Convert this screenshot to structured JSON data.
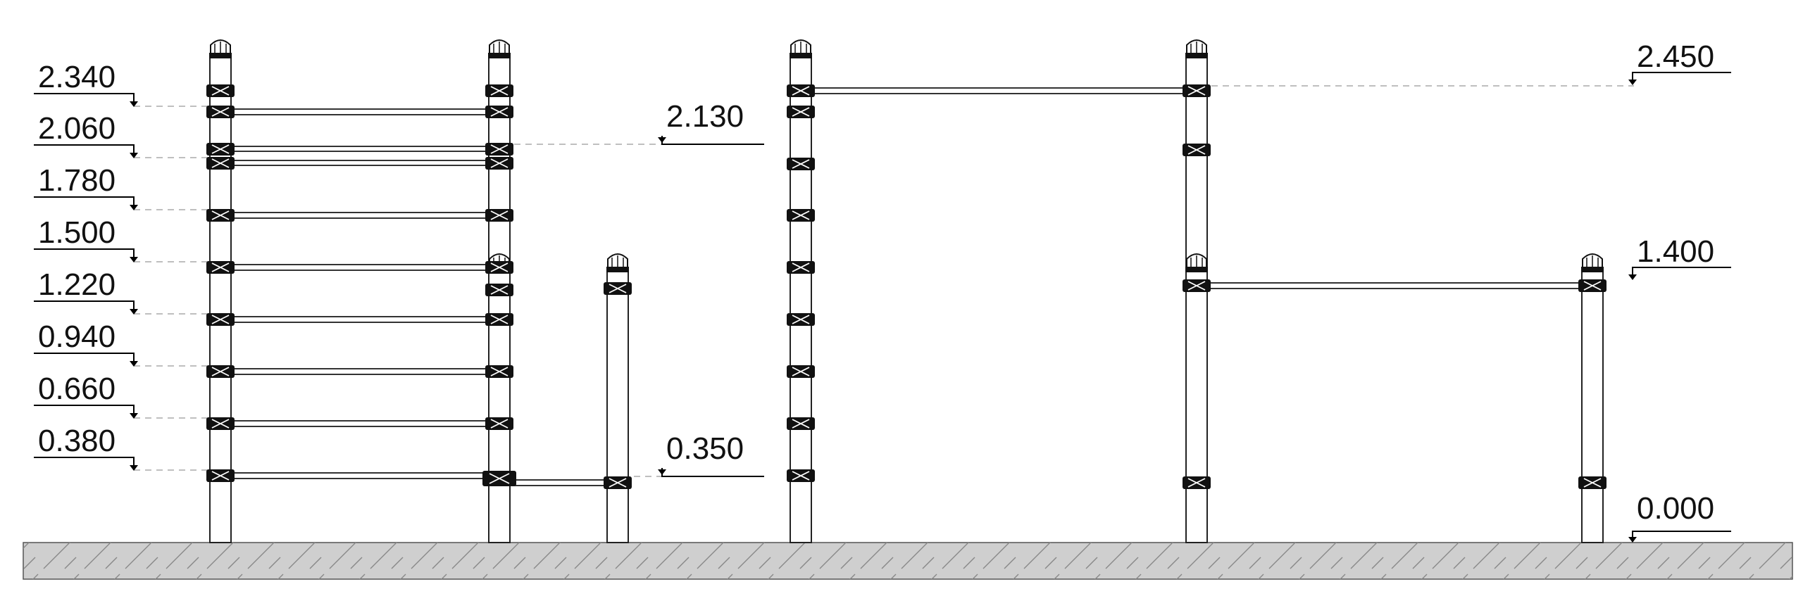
{
  "drawing": {
    "levels": {
      "l2340": "2.340",
      "l2060": "2.060",
      "l1780": "1.780",
      "l1500": "1.500",
      "l1220": "1.220",
      "l0940": "0.940",
      "l0660": "0.660",
      "l0380": "0.380",
      "l2130": "2.130",
      "l0350": "0.350",
      "l2450": "2.450",
      "l1400": "1.400",
      "l0000": "0.000"
    },
    "colors": {
      "ground_fill": "#cfcfcf",
      "line": "#000000",
      "dash": "#999999"
    }
  }
}
